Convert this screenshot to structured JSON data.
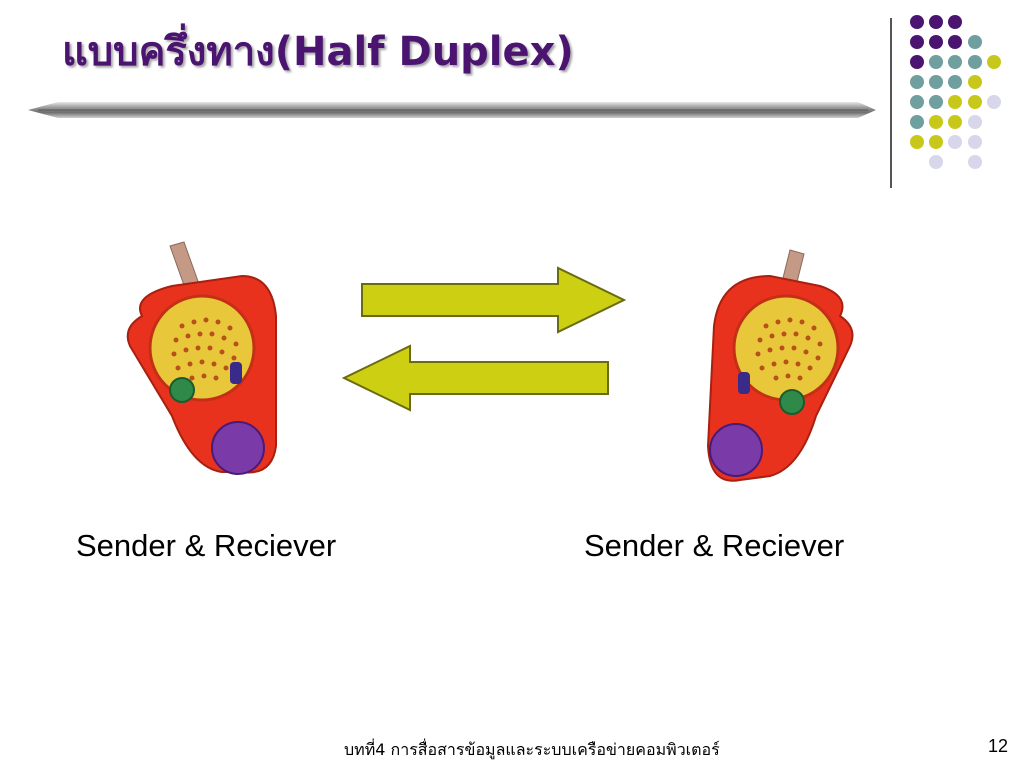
{
  "slide": {
    "title": "แบบครึ่งทาง(Half Duplex)",
    "left_label": "Sender & Reciever",
    "right_label": "Sender & Reciever",
    "footer": "บทที่4 การสื่อสารข้อมูลและระบบเครือข่ายคอมพิวเตอร์",
    "page_number": "12"
  },
  "colors": {
    "title": "#4a1470",
    "dot_purple": "#4a1470",
    "dot_teal": "#6f9f9e",
    "dot_yellow": "#c8c81a",
    "dot_lavender": "#d8d6ea",
    "arrow_fill": "#cdd012",
    "arrow_stroke": "#6a6a10",
    "phone_body": "#e8321e",
    "phone_speaker": "#e8c83a",
    "phone_button": "#7a3aa8"
  },
  "icons": {
    "left_device": "walkie-talkie",
    "right_device": "walkie-talkie",
    "top_arrow": "arrow-right",
    "bottom_arrow": "arrow-left"
  }
}
